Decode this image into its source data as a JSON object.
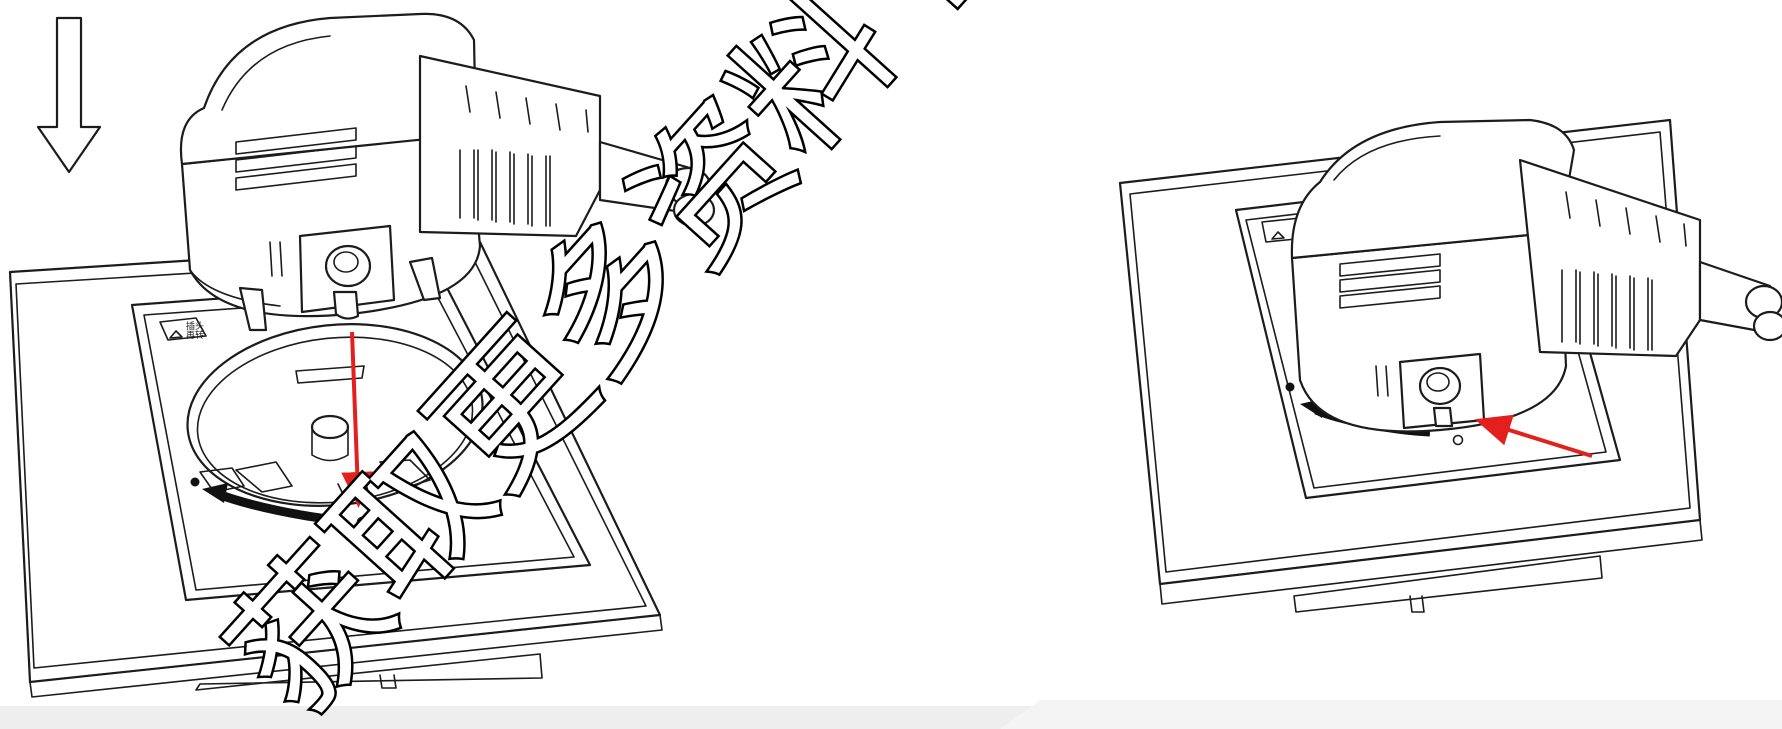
{
  "watermark": {
    "text": "获取更多资料  微信搜"
  },
  "socket_label": {
    "line1": "插头",
    "line2": "再转"
  },
  "colors": {
    "arrow_red": "#e4201f",
    "line_black": "#1c1c1c",
    "background": "#ffffff",
    "bottom_band": "#eeeeee"
  },
  "icons": {
    "warning": "warning-triangle-icon",
    "insert_direction": "down-arrow-icon"
  }
}
